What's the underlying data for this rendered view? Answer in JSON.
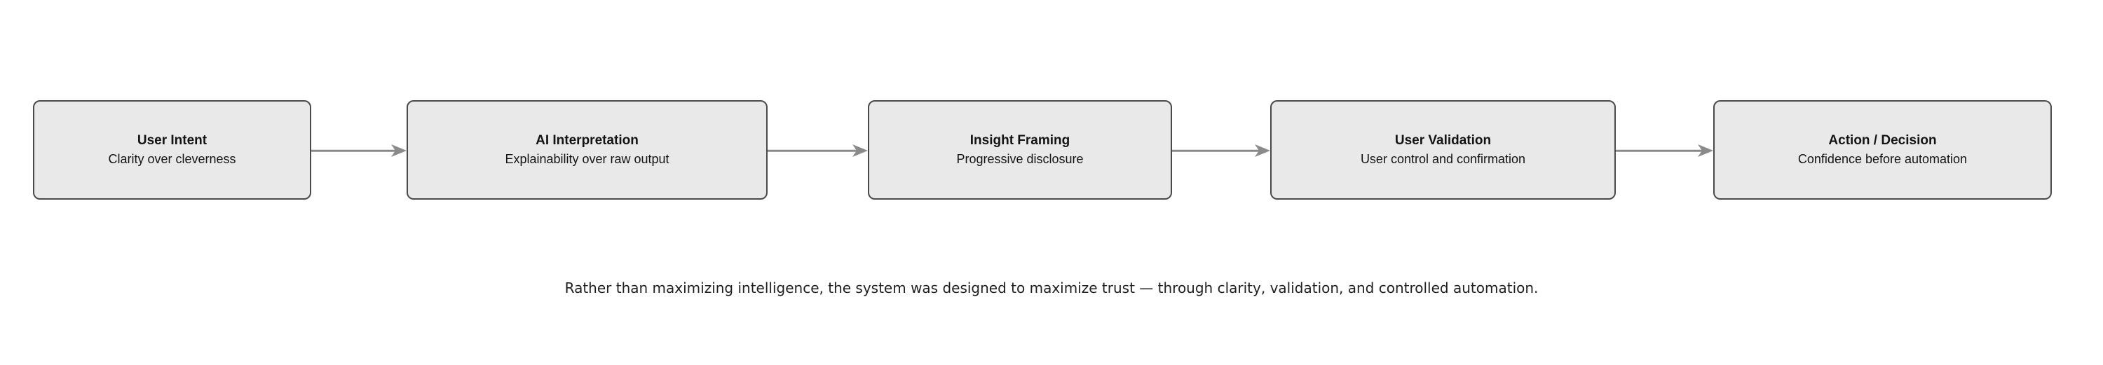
{
  "flow": {
    "nodes": [
      {
        "title": "User Intent",
        "subtitle": "Clarity over cleverness"
      },
      {
        "title": "AI Interpretation",
        "subtitle": "Explainability over raw output"
      },
      {
        "title": "Insight Framing",
        "subtitle": "Progressive disclosure"
      },
      {
        "title": "User Validation",
        "subtitle": "User control and confirmation"
      },
      {
        "title": "Action / Decision",
        "subtitle": "Confidence before automation"
      }
    ]
  },
  "caption": {
    "text": "Rather than maximizing intelligence, the system was designed to maximize trust — through clarity, validation, and controlled automation."
  },
  "colors": {
    "node_fill": "#e9e9e9",
    "node_border": "#4a4a4a",
    "arrow": "#8a8a8a",
    "text": "#141414",
    "background": "#ffffff"
  }
}
